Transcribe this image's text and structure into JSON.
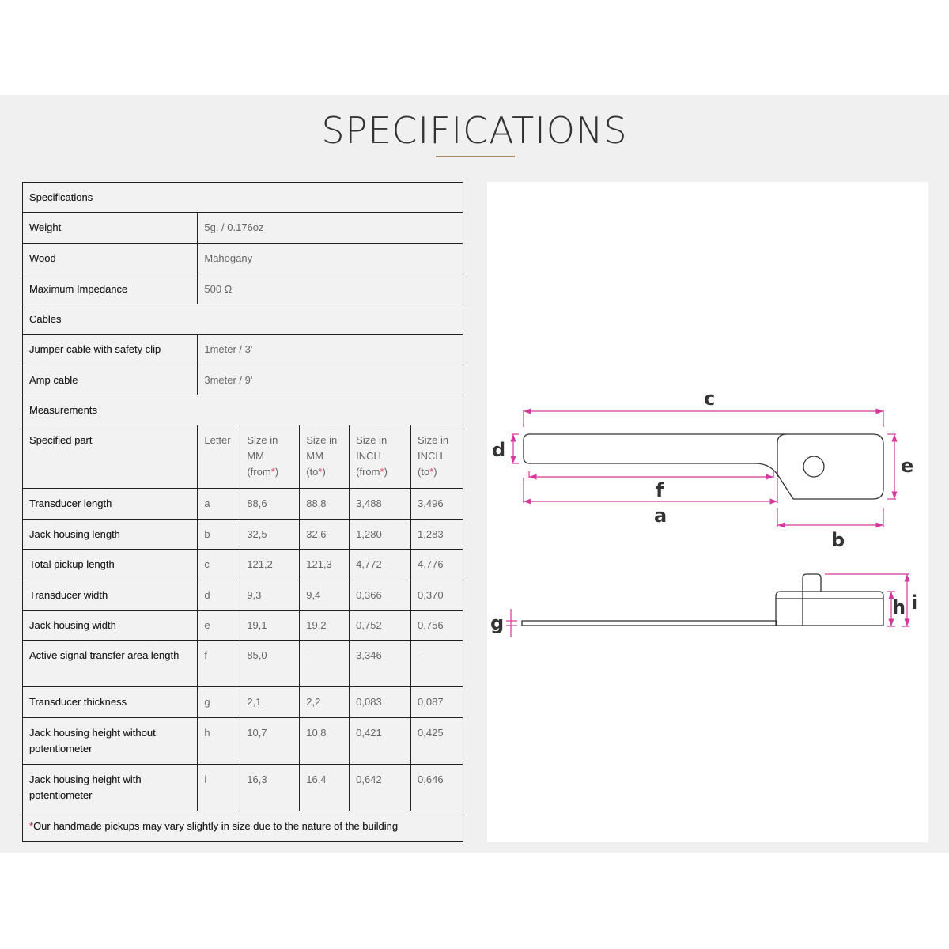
{
  "page": {
    "title": "SPECIFICATIONS"
  },
  "table": {
    "section_specifications": "Specifications",
    "weight": {
      "label": "Weight",
      "value": "5g. / 0.176oz"
    },
    "wood": {
      "label": "Wood",
      "value": "Mahogany"
    },
    "impedance": {
      "label": "Maximum Impedance",
      "value": "500 Ω"
    },
    "section_cables": "Cables",
    "jumper": {
      "label": "Jumper cable with safety clip",
      "value": "1meter / 3'"
    },
    "amp": {
      "label": "Amp cable",
      "value": "3meter / 9'"
    },
    "section_measurements": "Measurements",
    "headers": {
      "part": "Specified part",
      "letter": "Letter",
      "mm_from": [
        "Size in",
        "MM",
        "(from",
        ")"
      ],
      "mm_to": [
        "Size in",
        "MM",
        "(to",
        ")"
      ],
      "in_from": [
        "Size in",
        "INCH",
        "(from",
        ")"
      ],
      "in_to": [
        "Size in",
        "INCH",
        "(to",
        ")"
      ],
      "asterisk": "*"
    },
    "rows": [
      {
        "part": "Transducer length",
        "letter": "a",
        "mm_from": "88,6",
        "mm_to": "88,8",
        "in_from": "3,488",
        "in_to": "3,496"
      },
      {
        "part": "Jack housing length",
        "letter": "b",
        "mm_from": "32,5",
        "mm_to": "32,6",
        "in_from": "1,280",
        "in_to": "1,283"
      },
      {
        "part": "Total pickup length",
        "letter": "c",
        "mm_from": "121,2",
        "mm_to": "121,3",
        "in_from": "4,772",
        "in_to": "4,776"
      },
      {
        "part": "Transducer width",
        "letter": "d",
        "mm_from": "9,3",
        "mm_to": "9,4",
        "in_from": "0,366",
        "in_to": "0,370"
      },
      {
        "part": "Jack housing width",
        "letter": "e",
        "mm_from": "19,1",
        "mm_to": "19,2",
        "in_from": "0,752",
        "in_to": "0,756"
      },
      {
        "part": "Active signal transfer area length",
        "letter": "f",
        "mm_from": "85,0",
        "mm_to": "-",
        "in_from": "3,346",
        "in_to": "-"
      },
      {
        "part": "Transducer thickness",
        "letter": "g",
        "mm_from": "2,1",
        "mm_to": "2,2",
        "in_from": "0,083",
        "in_to": "0,087"
      },
      {
        "part": "Jack housing height without potentiometer",
        "letter": "h",
        "mm_from": "10,7",
        "mm_to": "10,8",
        "in_from": "0,421",
        "in_to": "0,425"
      },
      {
        "part": "Jack housing height with potentiometer",
        "letter": "i",
        "mm_from": "16,3",
        "mm_to": "16,4",
        "in_from": "0,642",
        "in_to": "0,646"
      }
    ],
    "footnote": "Our handmade pickups may vary slightly in size due to the nature of the building"
  },
  "diagram": {
    "labels": {
      "a": "a",
      "b": "b",
      "c": "c",
      "d": "d",
      "e": "e",
      "f": "f",
      "g": "g",
      "h": "h",
      "i": "i"
    },
    "dimension_color": "#d6379b"
  }
}
